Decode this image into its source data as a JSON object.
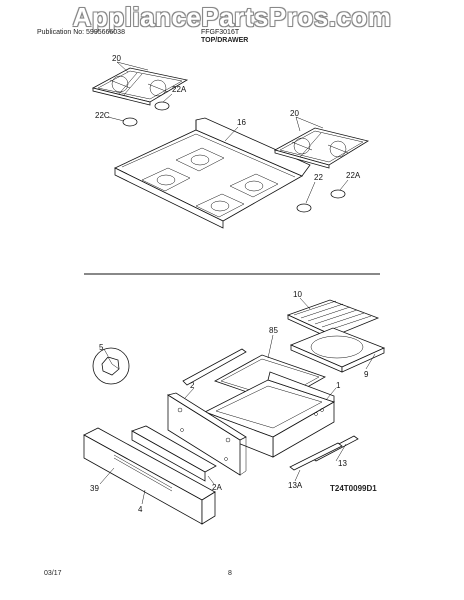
{
  "watermark": "AppliancePartsPros.com",
  "header": {
    "publication": "Publication No: 5995666038",
    "model": "FFGF3016T",
    "section": "TOP/DRAWER"
  },
  "footer": {
    "date": "03/17",
    "page": "8",
    "diagram_ref": "T24T0099D1"
  },
  "callouts": {
    "c20a": "20",
    "c22a": "22A",
    "c22c": "22C",
    "c16": "16",
    "c20b": "20",
    "c22": "22",
    "c22a2": "22A",
    "c10": "10",
    "c85": "85",
    "c9": "9",
    "c5": "5",
    "c2": "2",
    "c1": "1",
    "c39": "39",
    "c2a": "2A",
    "c4": "4",
    "c13": "13",
    "c13a": "13A"
  }
}
